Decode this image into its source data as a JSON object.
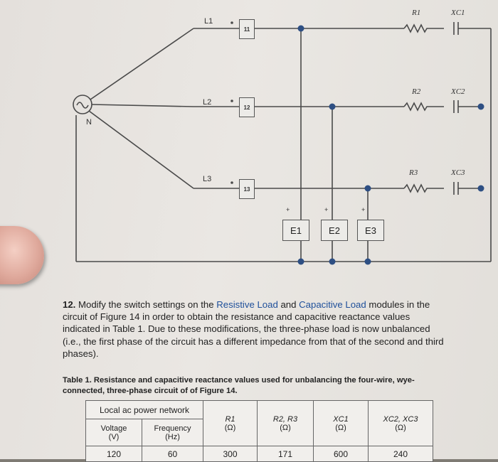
{
  "figure": {
    "line_labels": [
      "L1",
      "L2",
      "L3"
    ],
    "neutral_label": "N",
    "fuses": [
      "11",
      "12",
      "13"
    ],
    "meters": [
      "E1",
      "E2",
      "E3"
    ],
    "plus_sign": "+",
    "resistors": [
      "R1",
      "R2",
      "R3"
    ],
    "capacitors": [
      "XC1",
      "XC2",
      "XC3"
    ]
  },
  "step": {
    "number": "12.",
    "text_before": "Modify the switch settings on the",
    "link1": "Resistive Load",
    "and_word": "and",
    "link2": "Capacitive Load",
    "text_after": "modules in the circuit of Figure 14 in order to obtain the resistance and capacitive reactance values indicated in Table 1. Due to these modifications, the three-phase load is now unbalanced (i.e., the first phase of the circuit has a different impedance from that of the second and third phases)."
  },
  "table_caption": "Table 1. Resistance and capacitive reactance values used for unbalancing the four-wire, wye-connected, three-phase circuit of of Figure 14.",
  "table": {
    "group_header": "Local ac power network",
    "voltage_header": "Voltage",
    "voltage_unit": "(V)",
    "frequency_header": "Frequency",
    "frequency_unit": "(Hz)",
    "r1_header": "R1",
    "r1_unit": "(Ω)",
    "r23_header": "R2, R3",
    "r23_unit": "(Ω)",
    "xc1_header": "XC1",
    "xc1_unit": "(Ω)",
    "xc23_header": "XC2, XC3",
    "xc23_unit": "(Ω)",
    "row": [
      "120",
      "60",
      "300",
      "171",
      "600",
      "240"
    ]
  }
}
